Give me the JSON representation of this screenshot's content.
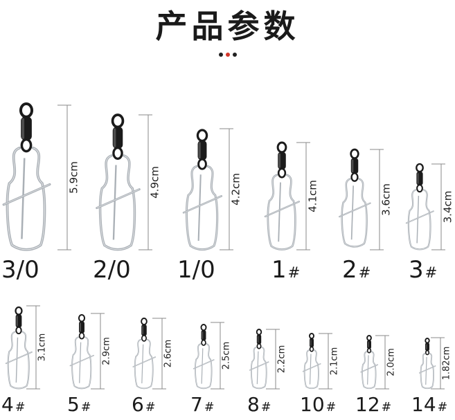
{
  "title": "产品参数",
  "colors": {
    "text": "#1a1a1a",
    "accent_dot": "#d4372b",
    "metal": "#aab0b6",
    "swivel": "#1b1b1b",
    "dim_line": "#8a8a8a"
  },
  "top_row": [
    {
      "size": "3/0",
      "hash": "",
      "length": "5.9cm"
    },
    {
      "size": "2/0",
      "hash": "",
      "length": "4.9cm"
    },
    {
      "size": "1/0",
      "hash": "",
      "length": "4.2cm"
    },
    {
      "size": "1",
      "hash": "#",
      "length": "4.1cm"
    },
    {
      "size": "2",
      "hash": "#",
      "length": "3.6cm"
    },
    {
      "size": "3",
      "hash": "#",
      "length": "3.4cm"
    }
  ],
  "bottom_row": [
    {
      "size": "4",
      "hash": "#",
      "length": "3.1cm"
    },
    {
      "size": "5",
      "hash": "#",
      "length": "2.9cm"
    },
    {
      "size": "6",
      "hash": "#",
      "length": "2.6cm"
    },
    {
      "size": "7",
      "hash": "#",
      "length": "2.5cm"
    },
    {
      "size": "8",
      "hash": "#",
      "length": "2.2cm"
    },
    {
      "size": "10",
      "hash": "#",
      "length": "2.1cm"
    },
    {
      "size": "12",
      "hash": "#",
      "length": "2.0cm"
    },
    {
      "size": "14",
      "hash": "#",
      "length": "1.82cm"
    }
  ]
}
